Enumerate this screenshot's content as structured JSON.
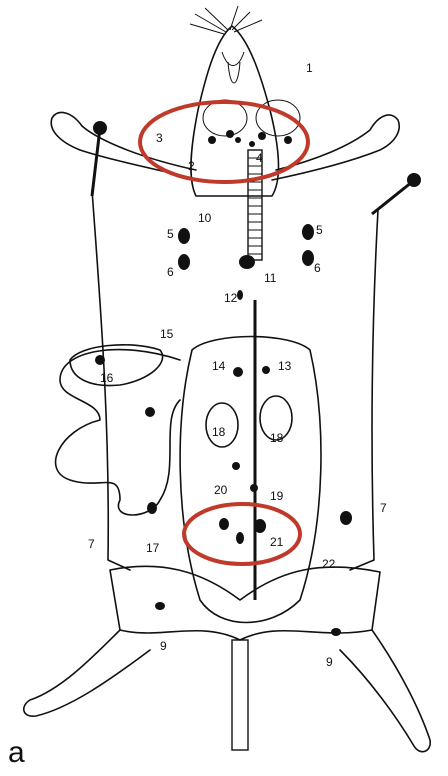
{
  "panel_label": "a",
  "highlight_color": "#c0392b",
  "labels": {
    "n1": "1",
    "n2": "2",
    "n3": "3",
    "n4": "4",
    "n5_left": "5",
    "n5_right": "5",
    "n6_left": "6",
    "n6_right": "6",
    "n7_left": "7",
    "n7_right": "7",
    "n9_left": "9",
    "n9_right": "9",
    "n10": "10",
    "n11": "11",
    "n12": "12",
    "n13": "13",
    "n14": "14",
    "n15": "15",
    "n16": "16",
    "n17": "17",
    "n18_left": "18",
    "n18_right": "18",
    "n19": "19",
    "n20": "20",
    "n21": "21",
    "n22": "22"
  }
}
